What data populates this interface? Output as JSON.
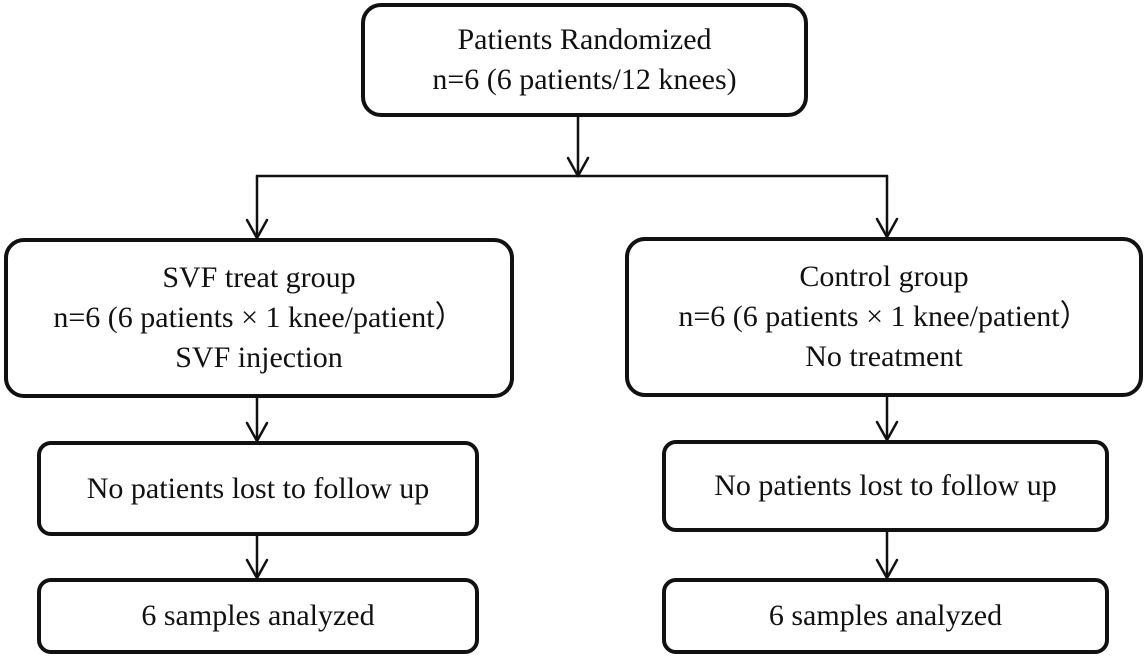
{
  "diagram": {
    "top": {
      "title": "Patients Randomized",
      "detail": "n=6 (6 patients/12 knees)"
    },
    "left_group": {
      "title": "SVF treat group",
      "detail": "n=6 (6 patients × 1 knee/patient）",
      "intervention": "SVF injection",
      "followup": "No patients lost to follow up",
      "analyzed": "6 samples analyzed"
    },
    "right_group": {
      "title": "Control group",
      "detail": "n=6 (6 patients × 1 knee/patient）",
      "intervention": "No treatment",
      "followup": "No patients lost to follow up",
      "analyzed": "6 samples analyzed"
    }
  }
}
